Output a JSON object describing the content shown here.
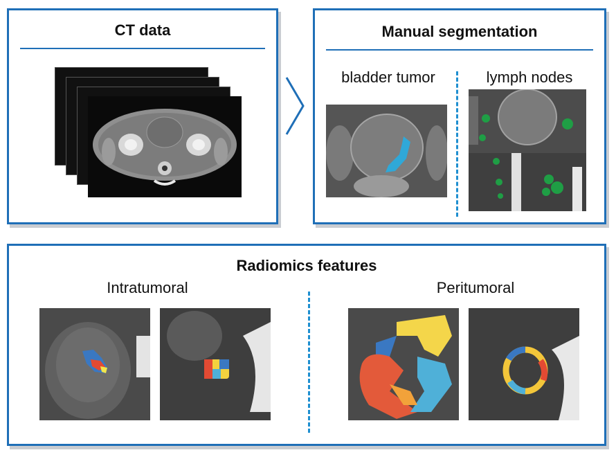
{
  "ct_panel": {
    "title": "CT data"
  },
  "segmentation_panel": {
    "title": "Manual segmentation",
    "left_label": "bladder tumor",
    "right_label": "lymph nodes"
  },
  "radiomics_panel": {
    "title": "Radiomics features",
    "left_label": "Intratumoral",
    "right_label": "Peritumoral"
  },
  "colors": {
    "border": "#1f6fb7",
    "tumor_segmentation": "#2fa8d8",
    "lymph_node_segmentation": "#1f9e45"
  }
}
